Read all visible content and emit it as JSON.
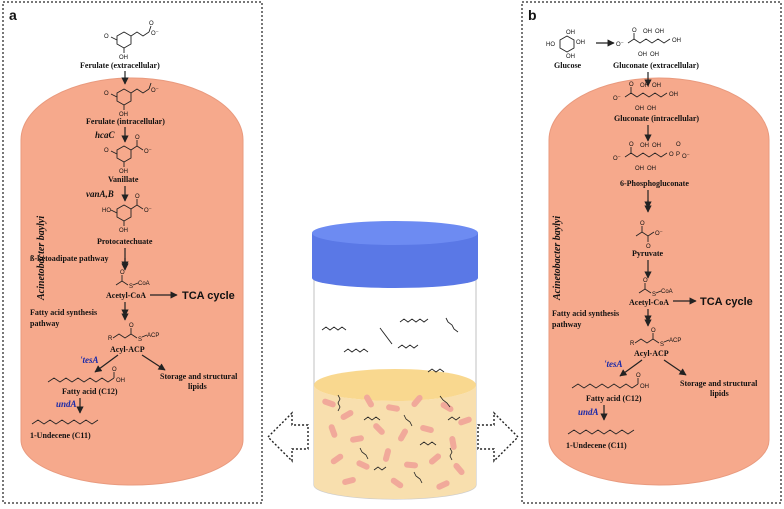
{
  "panel_a": {
    "letter": "a",
    "organism": "Acinetobacter baylyi",
    "labels": {
      "ferulate_ext": "Ferulate (extracellular)",
      "ferulate_int": "Ferulate (intracellular)",
      "vanillate": "Vanillate",
      "protocatechuate": "Protocatechuate",
      "ketoadipate": "ß-ketoadipate pathway",
      "acetyl_coa": "Acetyl-CoA",
      "tca": "TCA cycle",
      "fas_line1": "Fatty acid synthesis",
      "fas_line2": "pathway",
      "acyl_acp": "Acyl-ACP",
      "fatty_acid": "Fatty acid (C12)",
      "storage_line1": "Storage and structural",
      "storage_line2": "lipids",
      "undecene": "1-Undecene (C11)"
    },
    "genes": {
      "hcaC": "hcaC",
      "vanAB": "vanA,B",
      "tesA": "'tesA",
      "undA": "undA"
    }
  },
  "panel_b": {
    "letter": "b",
    "organism": "Acinetobacter baylyi",
    "labels": {
      "glucose": "Glucose",
      "gluconate_ext": "Gluconate (extracellular)",
      "gluconate_int": "Gluconate (intracellular)",
      "phosphogluconate": "6-Phosphogluconate",
      "pyruvate": "Pyruvate",
      "acetyl_coa": "Acetyl-CoA",
      "tca": "TCA cycle",
      "fas_line1": "Fatty acid synthesis",
      "fas_line2": "pathway",
      "acyl_acp": "Acyl-ACP",
      "fatty_acid": "Fatty acid (C12)",
      "storage_line1": "Storage and structural",
      "storage_line2": "lipids",
      "undecene": "1-Undecene (C11)"
    },
    "genes": {
      "tesA": "'tesA",
      "undA": "undA"
    }
  },
  "chem_text": {
    "o_minus": "O⁻",
    "o": "O",
    "oh": "OH",
    "coa": "CoA",
    "acp": "ACP",
    "s": "S",
    "r": "R",
    "ho": "HO",
    "p": "P"
  },
  "colors": {
    "cell_fill": "#f6a98c",
    "cell_stroke": "#e99a7e",
    "lid": "#5a78e6",
    "jar_liquid": "#f8dfae",
    "bacteria": "#f1a99a",
    "frame": "#777777"
  }
}
